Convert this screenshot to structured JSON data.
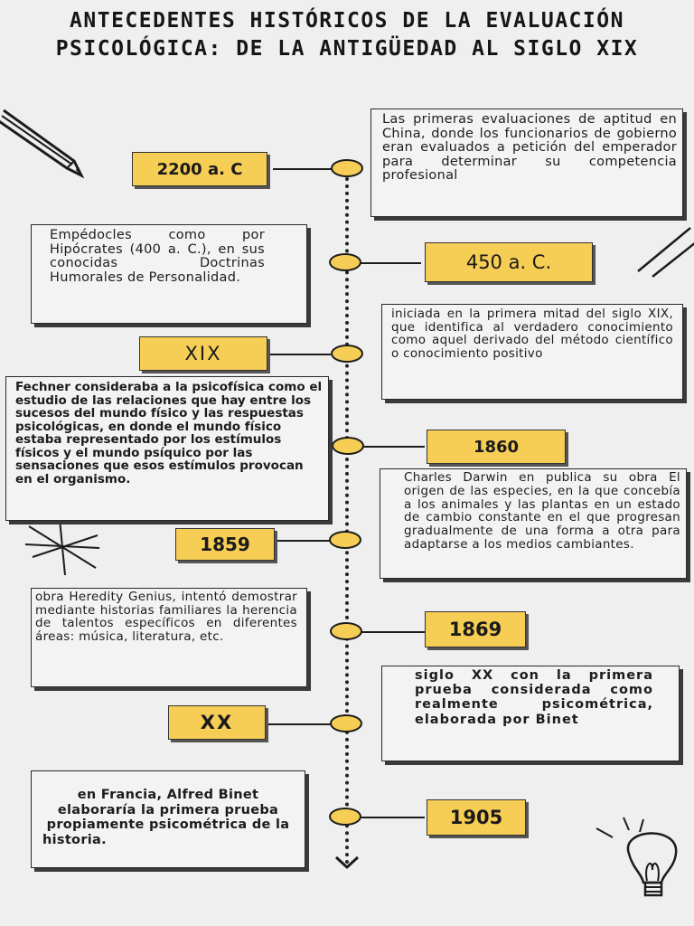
{
  "title": {
    "line1": "ANTECEDENTES HISTÓRICOS DE LA EVALUACIÓN",
    "line2": "PSICOLÓGICA: DE LA ANTIGÜEDAD AL SIGLO XIX"
  },
  "colors": {
    "accent": "#f6cd55",
    "ink": "#1c1c1c",
    "background": "#efefef"
  },
  "events": [
    {
      "year": "2200 a. C",
      "text": "Las primeras evaluaciones de aptitud en China, donde los funcionarios de gobierno eran evaluados a petición del emperador para determinar su competencia profesional"
    },
    {
      "year": "450 a. C.",
      "text": "Empédocles como por Hipócrates (400 a. C.), en sus conocidas Doctrinas Humorales de Personalidad."
    },
    {
      "year": "XIX",
      "text": "iniciada en la primera mitad del siglo XIX, que identifica al verdadero conocimiento como aquel derivado del método científico o conocimiento positivo"
    },
    {
      "year": "1860",
      "text": "Fechner consideraba a la psicofísica como el estudio de las relaciones que hay entre los sucesos del mundo físico y las respuestas psicológicas, en donde el mundo físico estaba representado por los estímulos físicos y el mundo psíquico por las sensaciones que esos estímulos provocan en el organismo."
    },
    {
      "year": "1859",
      "text": "Charles Darwin en publica su obra El origen de las especies, en la que concebía a los animales y las plantas en un estado de cambio constante en el que progresan gradualmente de una forma a otra para adaptarse a los medios cambiantes."
    },
    {
      "year": "1869",
      "text": "obra Heredity Genius, intentó demostrar mediante historias familiares la herencia de talentos específicos en diferentes áreas: música, literatura, etc."
    },
    {
      "year": "XX",
      "text": "siglo XX con la primera prueba considerada como realmente psicométrica, elaborada por Binet"
    },
    {
      "year": "1905",
      "text": "en Francia, Alfred Binet elaboraría la primera prueba propiamente psicométrica de la historia."
    }
  ],
  "decorations": [
    "pencil-icon",
    "diagonal-lines-icon",
    "star-burst-icon",
    "lightbulb-icon"
  ]
}
